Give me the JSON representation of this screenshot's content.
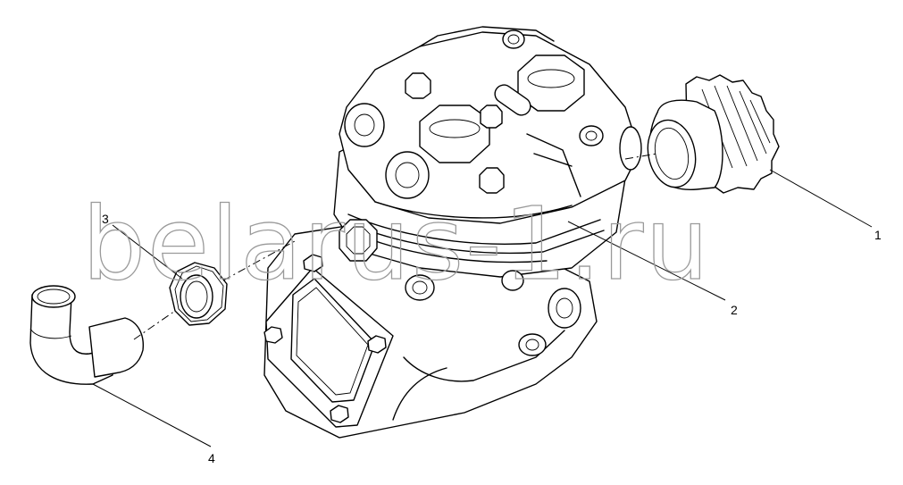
{
  "watermark": "belarus-1.ru",
  "callouts": [
    {
      "id": "1",
      "label": "1"
    },
    {
      "id": "2",
      "label": "2"
    },
    {
      "id": "3",
      "label": "3"
    },
    {
      "id": "4",
      "label": "4"
    }
  ]
}
